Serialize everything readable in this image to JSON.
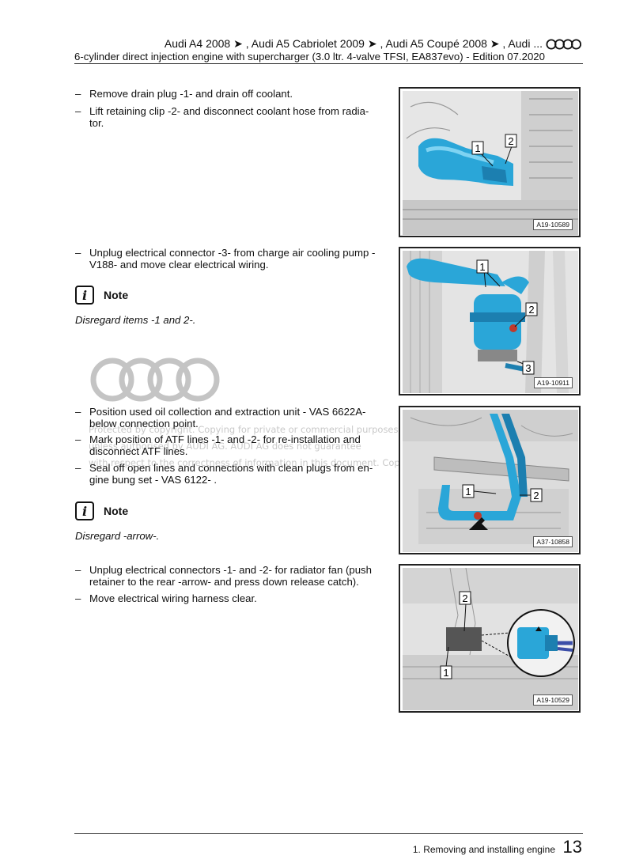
{
  "header": {
    "title": "Audi A4 2008 ➤ , Audi A5 Cabriolet 2009 ➤ , Audi A5 Coupé 2008 ➤ , Audi ...",
    "subtitle": "6-cylinder direct injection engine with supercharger (3.0 ltr. 4-valve TFSI, EA837evo) - Edition 07.2020",
    "logo_icon": "audi-rings-icon"
  },
  "steps": [
    {
      "dash": "–",
      "text": "Remove drain plug -1- and drain off coolant."
    },
    {
      "dash": "–",
      "text": "Lift retaining clip -2- and disconnect coolant hose from radia-tor."
    },
    {
      "dash": "–",
      "text": "Unplug electrical connector -3- from charge air cooling pump - V188- and move clear electrical wiring."
    },
    {
      "dash": "–",
      "text": "Position used oil collection and extraction unit - VAS 6622A- below connection point."
    },
    {
      "dash": "–",
      "text": "Mark position of ATF lines -1- and -2- for re-installation and disconnect ATF lines."
    },
    {
      "dash": "–",
      "text": "Seal off open lines and connections with clean plugs from en-gine bung set - VAS 6122- ."
    },
    {
      "dash": "–",
      "text": "Unplug electrical connectors -1- and -2- for radiator fan (push retainer to the rear -arrow- and press down release catch)."
    },
    {
      "dash": "–",
      "text": "Move electrical wiring harness clear."
    }
  ],
  "notes": [
    {
      "icon": "i",
      "title": "Note",
      "body": "Disregard items -1 and 2-."
    },
    {
      "icon": "i",
      "title": "Note",
      "body": "Disregard -arrow-."
    }
  ],
  "figures": [
    {
      "ref": "A19-10589",
      "labels": [
        "1",
        "2"
      ]
    },
    {
      "ref": "A19-10911",
      "labels": [
        "1",
        "2",
        "3"
      ]
    },
    {
      "ref": "A37-10858",
      "labels": [
        "1",
        "2"
      ]
    },
    {
      "ref": "A19-10529",
      "labels": [
        "2",
        "1"
      ]
    }
  ],
  "watermark": {
    "line1": "Protected by copyright. Copying for private or commercial purposes, in",
    "line2": "unless authorised by AUDI AG. AUDI AG does not guarantee",
    "line3": "with respect to the correctness of information in this document. Copyr"
  },
  "footer": {
    "section": "1. Removing and installing engine",
    "page": "13"
  }
}
